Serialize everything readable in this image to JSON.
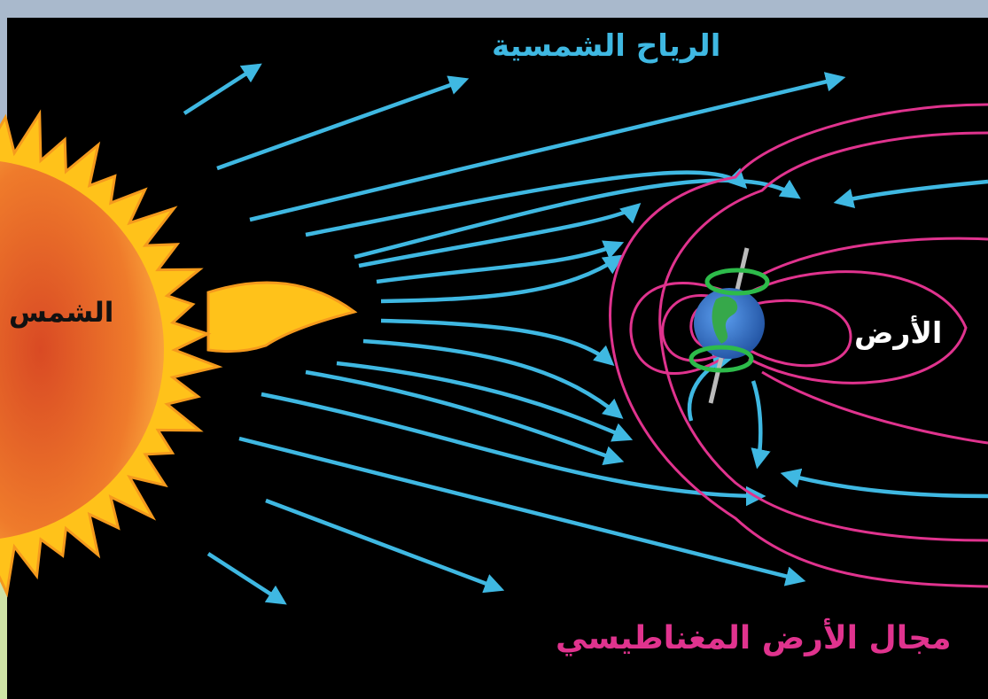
{
  "labels": {
    "solar_wind": "الرياح الشمسية",
    "sun": "الشمس",
    "earth": "الأرض",
    "magnetic_field": "مجال الأرض المغناطيسي"
  },
  "colors": {
    "background": "#000000",
    "solar_wind": "#3fb8e2",
    "magnetic_field": "#e0338e",
    "sun_core": "#e8702a",
    "sun_flare": "#ffc21a",
    "earth": "#2f6fd0",
    "aurora_ring": "#2dbb4a"
  },
  "icons": {
    "sun": "sun-icon",
    "earth": "earth-icon"
  }
}
